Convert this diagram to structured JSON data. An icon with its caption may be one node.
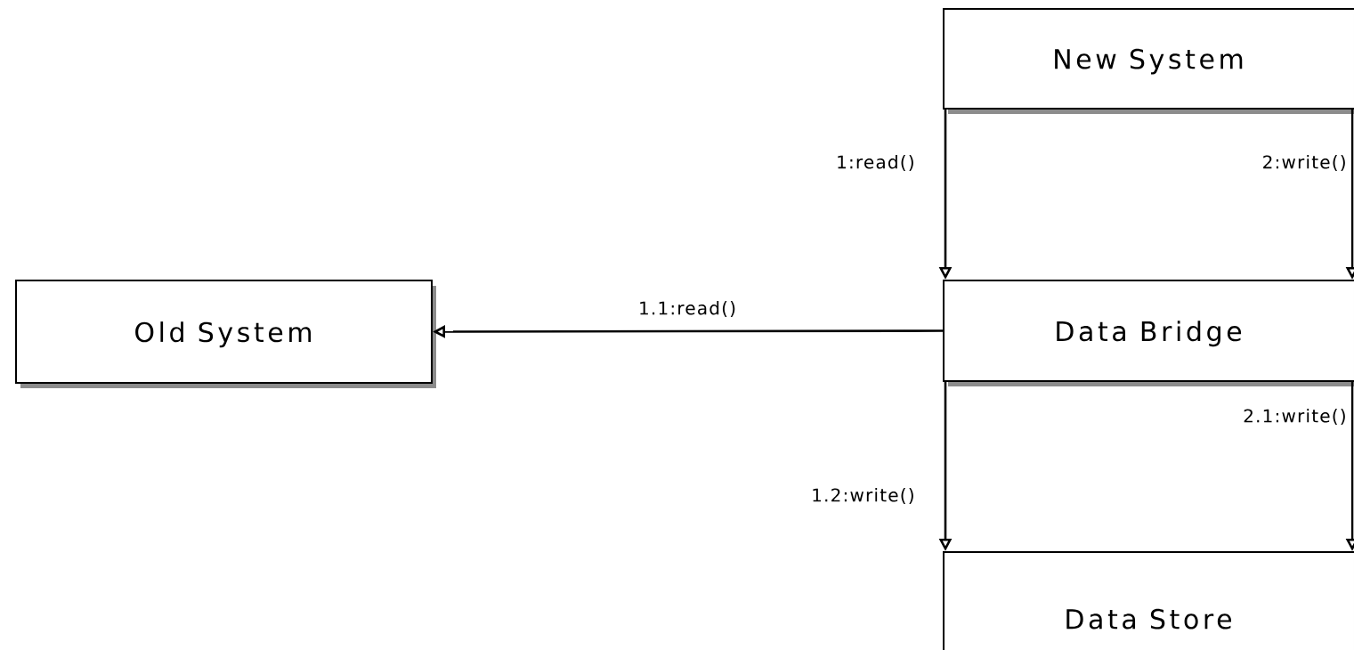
{
  "diagram": {
    "nodes": [
      {
        "text": [
          "New System"
        ]
      },
      {
        "text": [
          "Old System"
        ]
      },
      {
        "text": [
          "Data Bridge"
        ]
      },
      {
        "text": [
          "Data Store"
        ]
      }
    ],
    "edges": [
      {
        "from": 0,
        "to": 2,
        "arrow": "to",
        "label": "1:read()"
      },
      {
        "from": 0,
        "to": 2,
        "arrow": "to",
        "label": "2:write()"
      },
      {
        "from": 2,
        "to": 1,
        "arrow": "to",
        "label": "1.1:read()"
      },
      {
        "from": 2,
        "to": 3,
        "arrow": "to",
        "label": "1.2:write()"
      },
      {
        "from": 2,
        "to": 3,
        "arrow": "to",
        "label": "2.1:write()"
      }
    ]
  }
}
